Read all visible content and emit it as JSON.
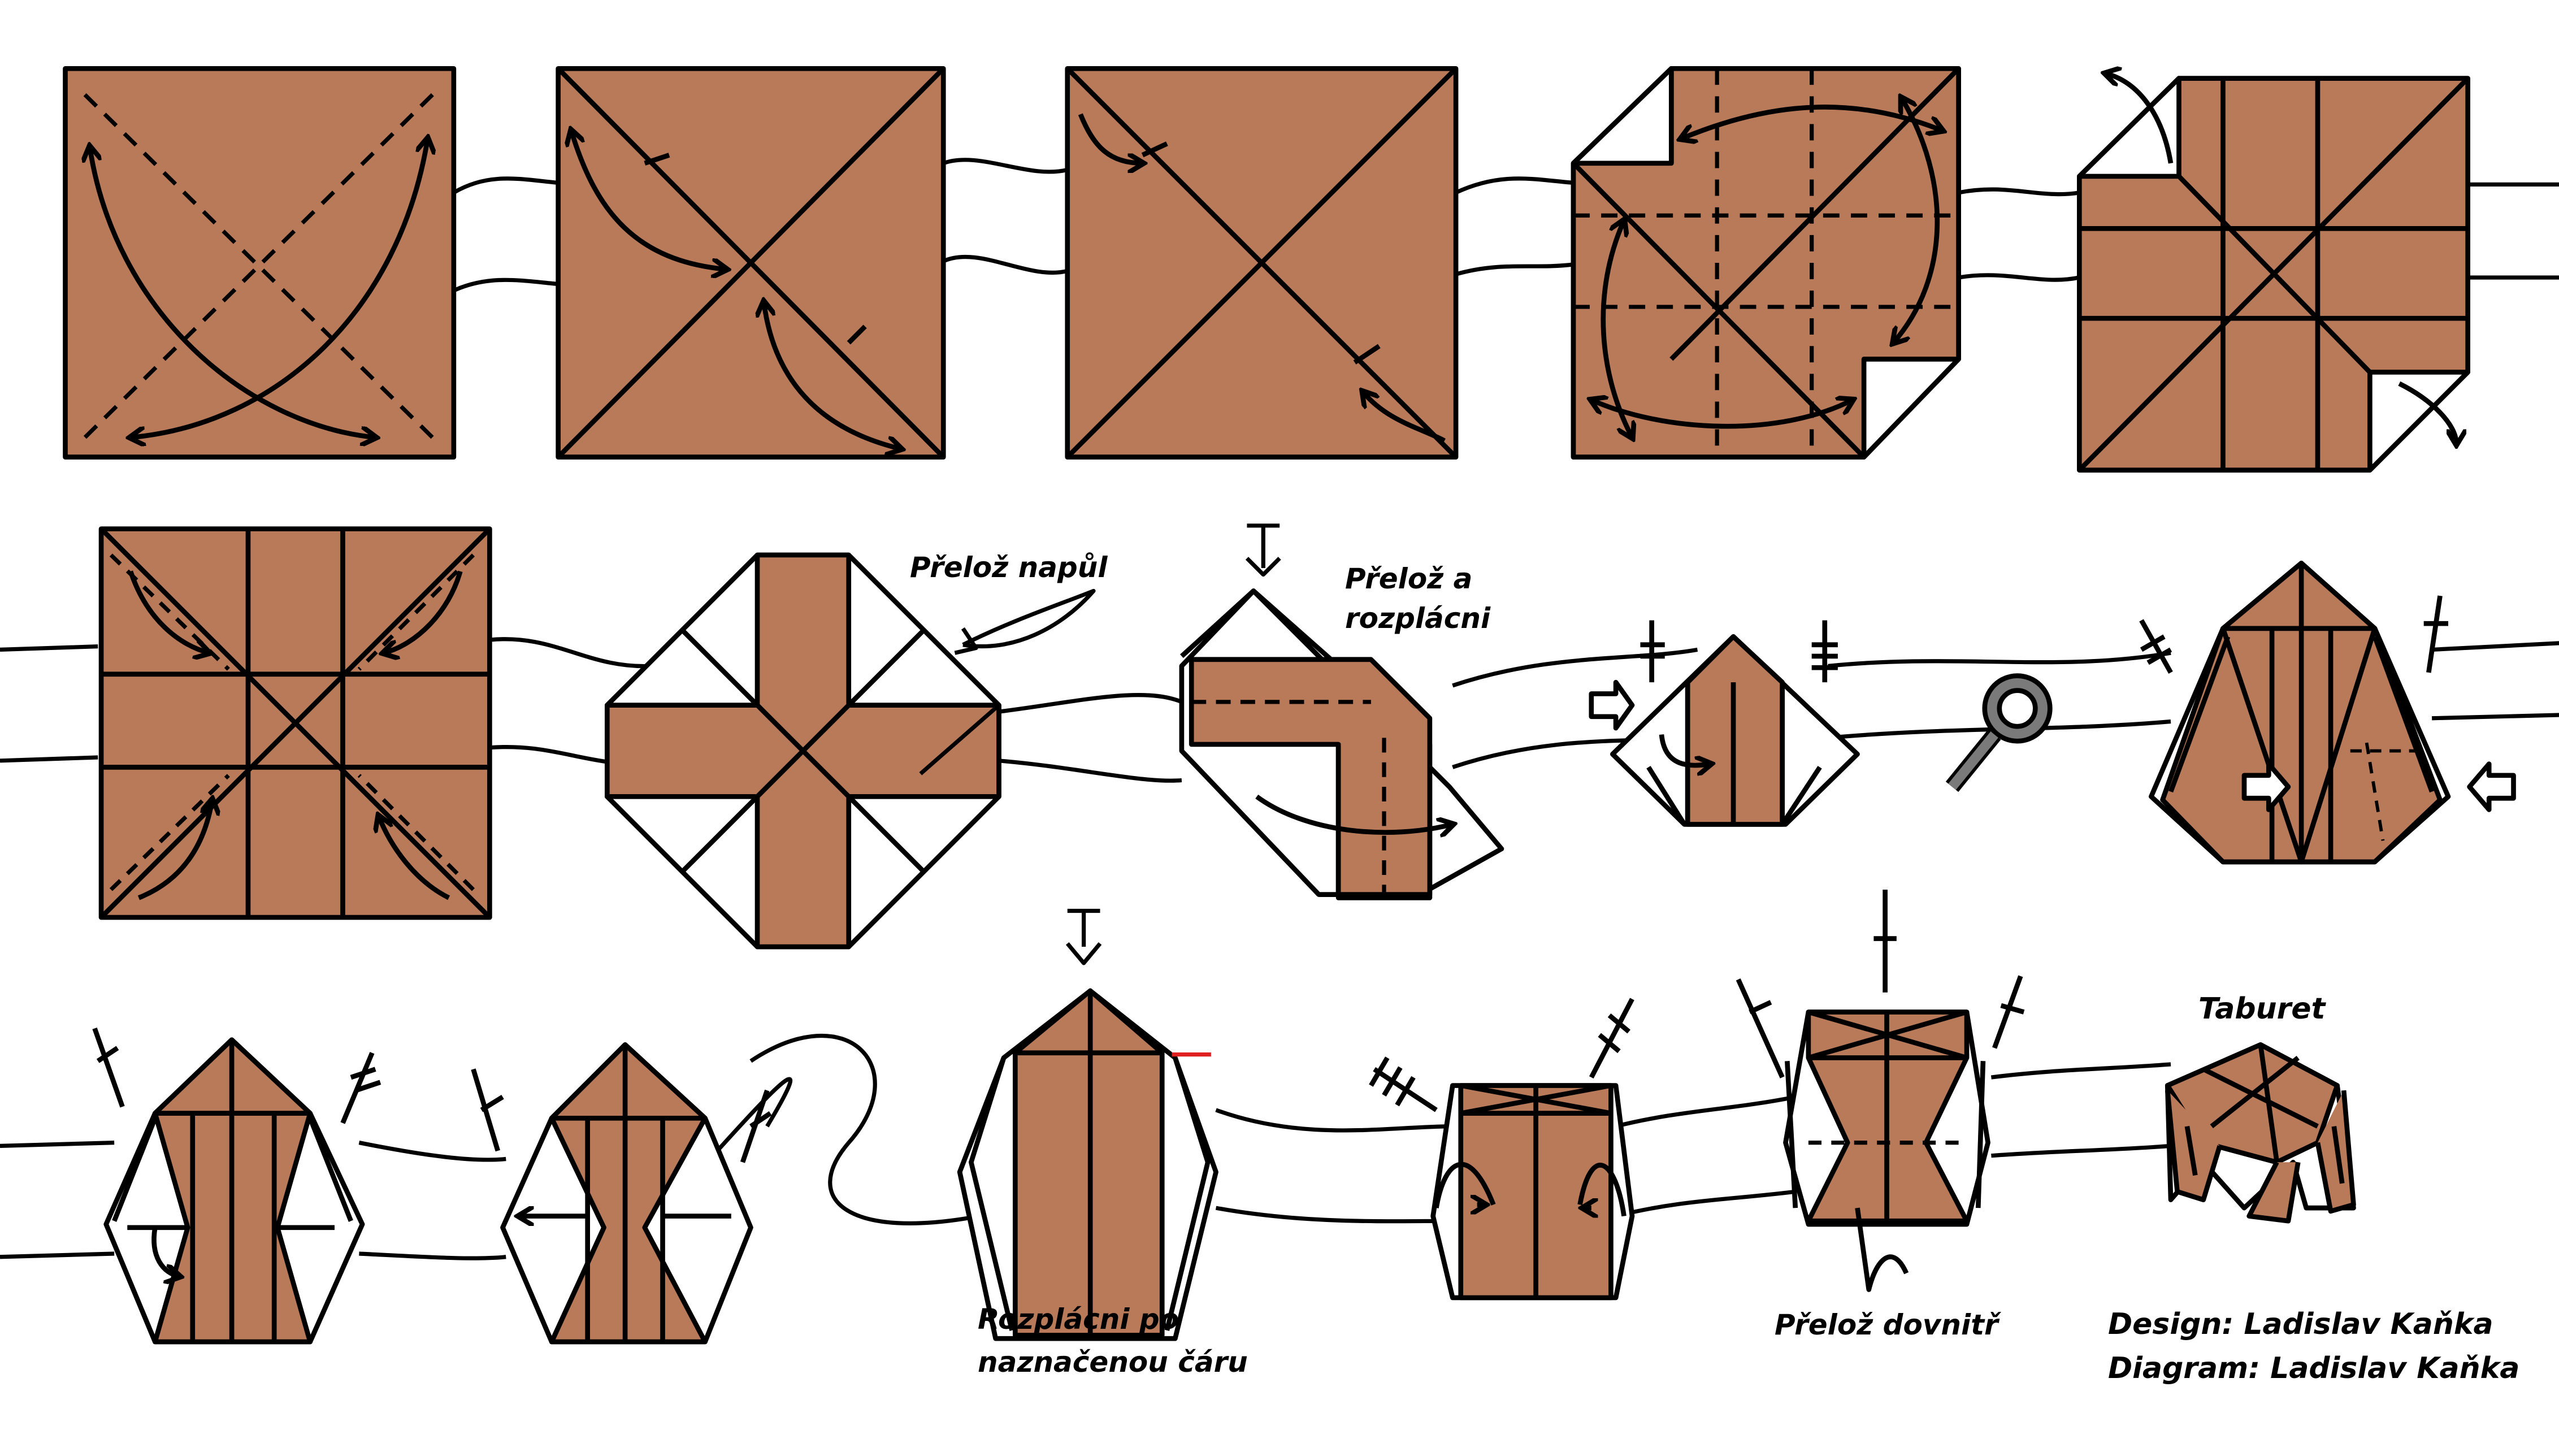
{
  "colors": {
    "paper": "#b87a59",
    "line": "#000000",
    "background": "#ffffff",
    "magnifier": "#7a7a7a",
    "mark": "#e02020"
  },
  "labels": {
    "fold_half": "Přelož napůl",
    "fold_squash_1": "Přelož a",
    "fold_squash_2": "rozplácni",
    "squash_line_1": "Rozplácni po",
    "squash_line_2": "naznačenou čáru",
    "fold_inside": "Přelož dovnitř",
    "result_name": "Taburet",
    "design_credit": "Design: Ladislav Kaňka",
    "diagram_credit": "Diagram: Ladislav Kaňka"
  },
  "icons": [
    "fold-arrow-icon",
    "push-arrow-icon",
    "magnifier-icon",
    "repeat-marks-icon"
  ]
}
